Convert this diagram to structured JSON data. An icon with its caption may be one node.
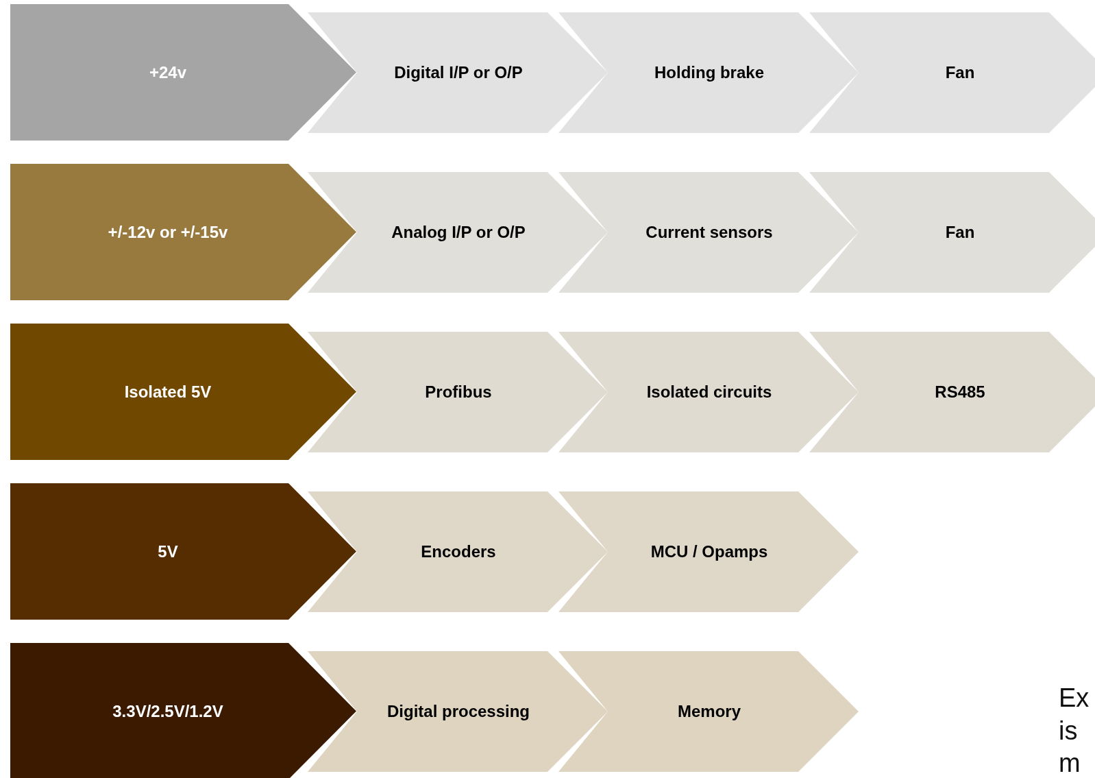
{
  "diagram": {
    "nodes": [
      {
        "text": [
          "+24v"
        ]
      },
      {
        "text": [
          "Digital I/P or O/P"
        ]
      },
      {
        "text": [
          "Holding brake"
        ]
      },
      {
        "text": [
          "Fan"
        ]
      },
      {
        "text": [
          "+/-12v or +/-15v"
        ]
      },
      {
        "text": [
          "Analog I/P or O/P"
        ]
      },
      {
        "text": [
          "Current sensors"
        ]
      },
      {
        "text": [
          "Fan"
        ]
      },
      {
        "text": [
          "Isolated 5V"
        ]
      },
      {
        "text": [
          "Profibus"
        ]
      },
      {
        "text": [
          "Isolated circuits"
        ]
      },
      {
        "text": [
          "RS485"
        ]
      },
      {
        "text": [
          "5V"
        ]
      },
      {
        "text": [
          "Encoders"
        ]
      },
      {
        "text": [
          "MCU / Opamps"
        ]
      },
      {
        "text": [
          "3.3V/2.5V/1.2V"
        ]
      },
      {
        "text": [
          "Digital processing"
        ]
      },
      {
        "text": [
          "Memory"
        ]
      }
    ],
    "labels": [
      "Ex is m"
    ]
  }
}
